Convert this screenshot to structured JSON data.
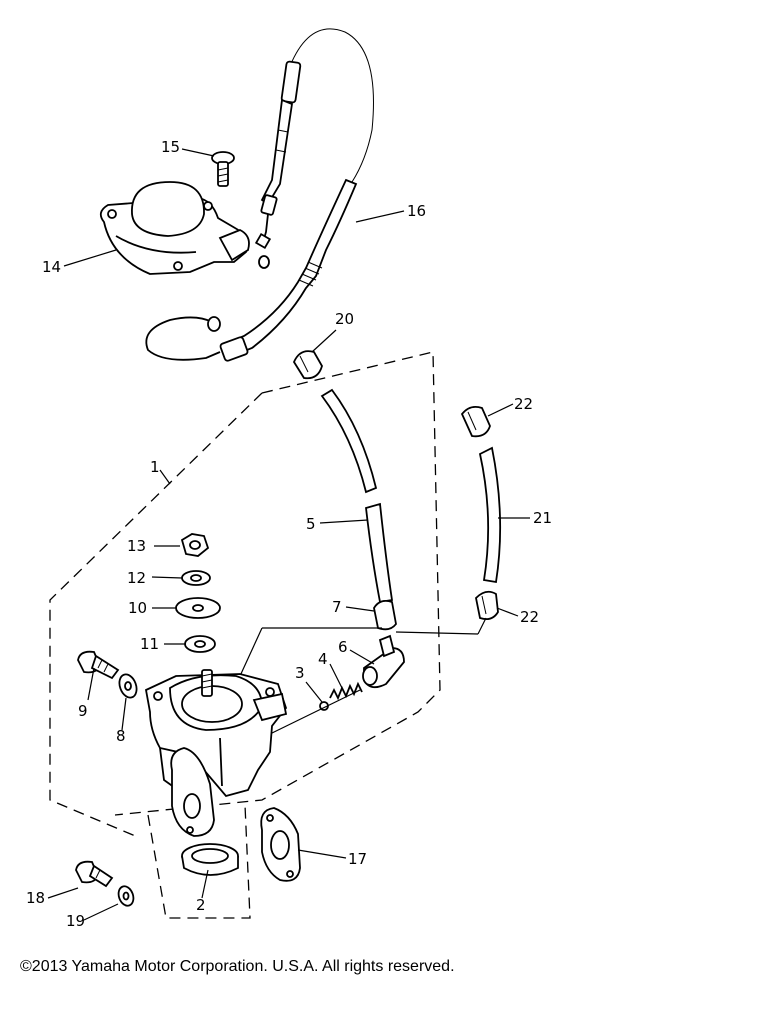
{
  "callouts": [
    {
      "id": "1",
      "label": "1"
    },
    {
      "id": "2",
      "label": "2"
    },
    {
      "id": "3",
      "label": "3"
    },
    {
      "id": "4",
      "label": "4"
    },
    {
      "id": "5",
      "label": "5"
    },
    {
      "id": "6",
      "label": "6"
    },
    {
      "id": "7",
      "label": "7"
    },
    {
      "id": "8",
      "label": "8"
    },
    {
      "id": "9",
      "label": "9"
    },
    {
      "id": "10",
      "label": "10"
    },
    {
      "id": "11",
      "label": "11"
    },
    {
      "id": "12",
      "label": "12"
    },
    {
      "id": "13",
      "label": "13"
    },
    {
      "id": "14",
      "label": "14"
    },
    {
      "id": "15",
      "label": "15"
    },
    {
      "id": "16",
      "label": "16"
    },
    {
      "id": "17",
      "label": "17"
    },
    {
      "id": "18",
      "label": "18"
    },
    {
      "id": "19",
      "label": "19"
    },
    {
      "id": "20",
      "label": "20"
    },
    {
      "id": "21",
      "label": "21"
    },
    {
      "id": "22a",
      "label": "22"
    },
    {
      "id": "22b",
      "label": "22"
    }
  ],
  "copyright": "©2013 Yamaha Motor Corporation. U.S.A. All rights reserved."
}
